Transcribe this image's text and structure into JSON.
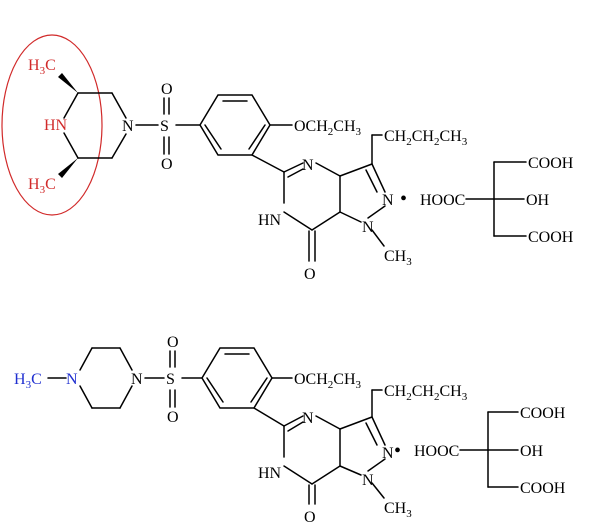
{
  "colors": {
    "highlight_red": "#d12a2a",
    "highlight_blue": "#1f2fd0",
    "bond": "#000000"
  },
  "structure_top": {
    "ch3_top": "H3C",
    "nh": "HN",
    "ch3_bottom": "H3C",
    "piperazine_n": "N",
    "sulfonyl_s": "S",
    "sulfonyl_o_top": "O",
    "sulfonyl_o_bottom": "O",
    "ethoxy": "OCH2CH3",
    "propyl": "CH2CH2CH3",
    "ring_n_top": "N",
    "ring_nh": "HN",
    "ring_n_right": "N",
    "ring_n_methyl": "N",
    "methyl": "CH3",
    "carbonyl_o": "O",
    "salt_dot": "•",
    "citrate_hooc": "HOOC",
    "citrate_oh": "OH",
    "citrate_cooh_top": "COOH",
    "citrate_cooh_bottom": "COOH"
  },
  "structure_bottom": {
    "h3c_n": "H3C",
    "piperazine_n_left": "N",
    "piperazine_n_right": "N",
    "sulfonyl_s": "S",
    "sulfonyl_o_top": "O",
    "sulfonyl_o_bottom": "O",
    "ethoxy": "OCH2CH3",
    "propyl": "CH2CH2CH3",
    "ring_n_top": "N",
    "ring_nh": "HN",
    "ring_n_right": "N",
    "ring_n_methyl": "N",
    "methyl": "CH3",
    "carbonyl_o": "O",
    "salt_dot": "•",
    "citrate_hooc": "HOOC",
    "citrate_oh": "OH",
    "citrate_cooh_top": "COOH",
    "citrate_cooh_bottom": "COOH"
  }
}
